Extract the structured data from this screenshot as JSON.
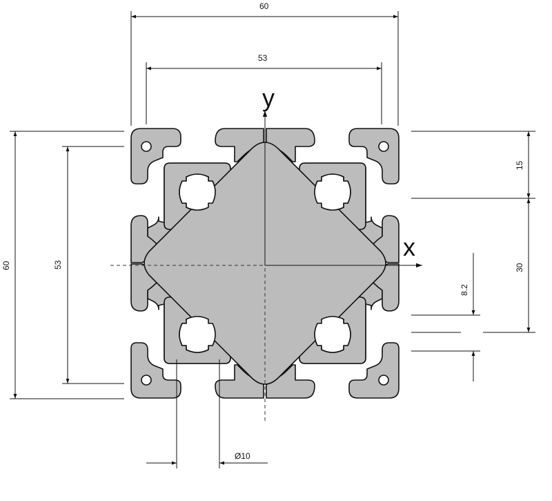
{
  "axes": {
    "x_label": "x",
    "y_label": "y"
  },
  "dimensions": {
    "overall_width": "60",
    "slot_spacing_width": "53",
    "overall_height": "60",
    "slot_spacing_height": "53",
    "edge_to_slot": "15",
    "slot_to_center": "30",
    "slot_opening": "8.2",
    "core_hole_diameter": "Ø10"
  },
  "colors": {
    "profile_fill": "#bcbcbc",
    "outline": "#111111",
    "background": "#ffffff"
  }
}
